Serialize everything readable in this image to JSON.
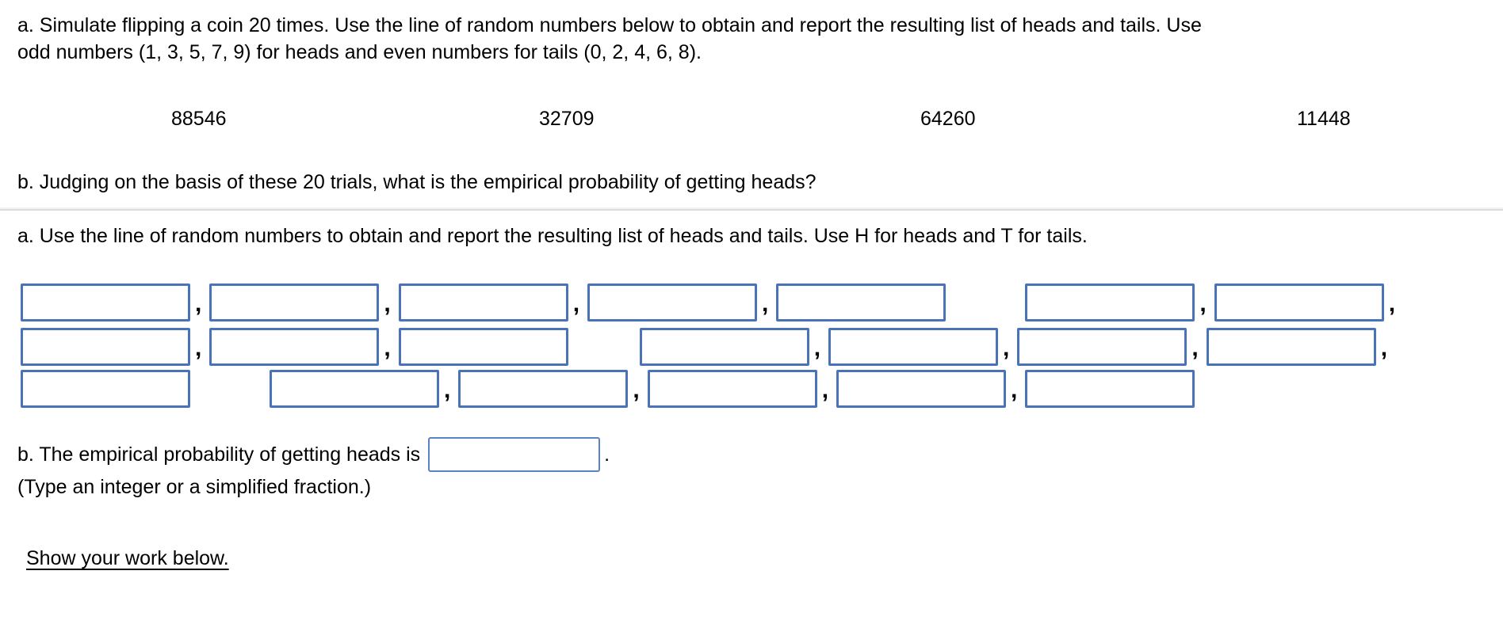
{
  "section1": {
    "question_a_lines": [
      "a. Simulate flipping a coin 20 times. Use the line of random numbers below to obtain and report the resulting list of heads and tails. Use",
      "odd numbers (1, 3, 5, 7, 9) for heads and even numbers for tails (0, 2, 4, 6, 8)."
    ],
    "random_numbers": [
      "88546",
      "32709",
      "64260",
      "11448"
    ],
    "question_b": "b. Judging on the basis of these 20 trials, what is the empirical probability of getting heads?"
  },
  "section2": {
    "question_a": "a. Use the line of random numbers to obtain and report the resulting list of heads and tails. Use H for heads and T for tails.",
    "comma": ",",
    "answer_box_count": 20,
    "answer_rows": [
      [
        "box",
        "comma",
        "box",
        "comma",
        "box",
        "comma",
        "box",
        "comma",
        "box",
        "gap",
        "box",
        "comma",
        "box",
        "comma"
      ],
      [
        "box",
        "comma",
        "box",
        "comma",
        "box",
        "gap",
        "box",
        "comma",
        "box",
        "comma",
        "box",
        "comma",
        "box",
        "comma"
      ],
      [
        "box",
        "gap",
        "box",
        "comma",
        "box",
        "comma",
        "box",
        "comma",
        "box",
        "comma",
        "box"
      ]
    ],
    "answer_boxes_value": "",
    "question_b_prefix": "b. The empirical probability of getting heads is",
    "question_b_suffix": ".",
    "probability_value": "",
    "hint": "(Type an integer or a simplified fraction.)",
    "show_work_label": "Show your work below."
  },
  "colors": {
    "box_border": "#4a72b8",
    "probability_box_border": "#5b82c6",
    "divider": "#dcdcdc",
    "text": "#000000",
    "background": "#ffffff"
  }
}
